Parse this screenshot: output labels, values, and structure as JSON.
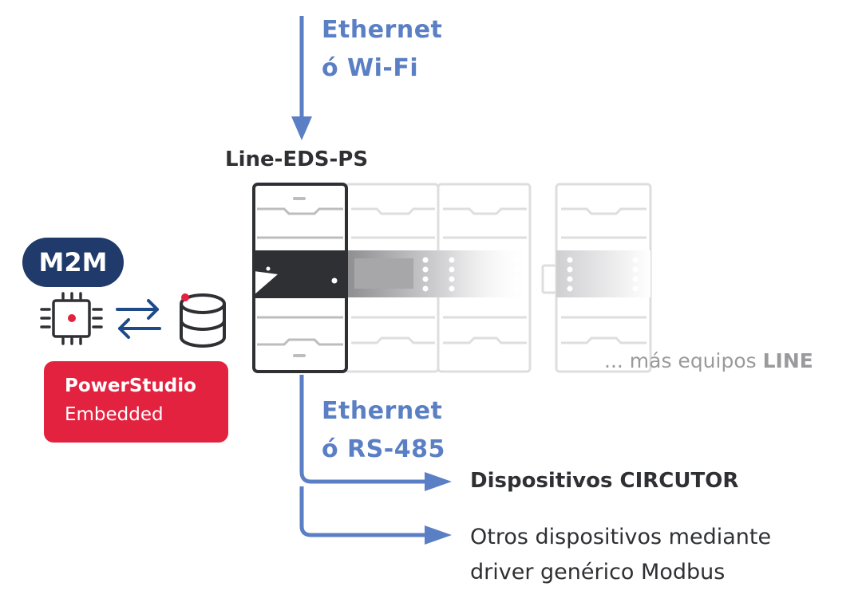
{
  "top_connection": {
    "line1": "Ethernet",
    "line2": "ó Wi-Fi"
  },
  "device_label": "Line-EDS-PS",
  "m2m_badge": "M2M",
  "power_studio": {
    "line1": "PowerStudio",
    "line2": "Embedded"
  },
  "more_devices": {
    "prefix": "... más equipos ",
    "emphasis": "LINE"
  },
  "bottom_connection": {
    "line1": "Ethernet",
    "line2": "ó RS-485"
  },
  "targets": {
    "circutor": "Dispositivos CIRCUTOR",
    "others_line1": "Otros dispositivos mediante",
    "others_line2": "driver genérico Modbus"
  },
  "colors": {
    "arrow_blue": "#5b7fc4",
    "badge_navy": "#1f3a6b",
    "powerstudio_red": "#e2223f",
    "device_dark": "#2f3033"
  },
  "icons": [
    "chip-icon",
    "sync-arrows-icon",
    "database-icon"
  ]
}
